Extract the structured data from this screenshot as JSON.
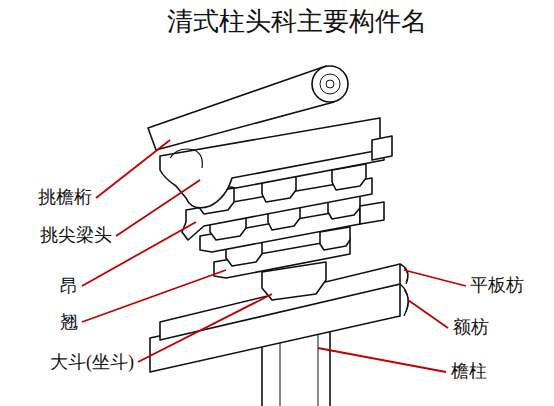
{
  "diagram": {
    "title": "清式柱头科主要构件名",
    "labels": [
      "挑檐桁",
      "挑尖梁头",
      "昂",
      "翘",
      "大斗(坐斗)",
      "平板枋",
      "额枋",
      "檐柱"
    ]
  }
}
